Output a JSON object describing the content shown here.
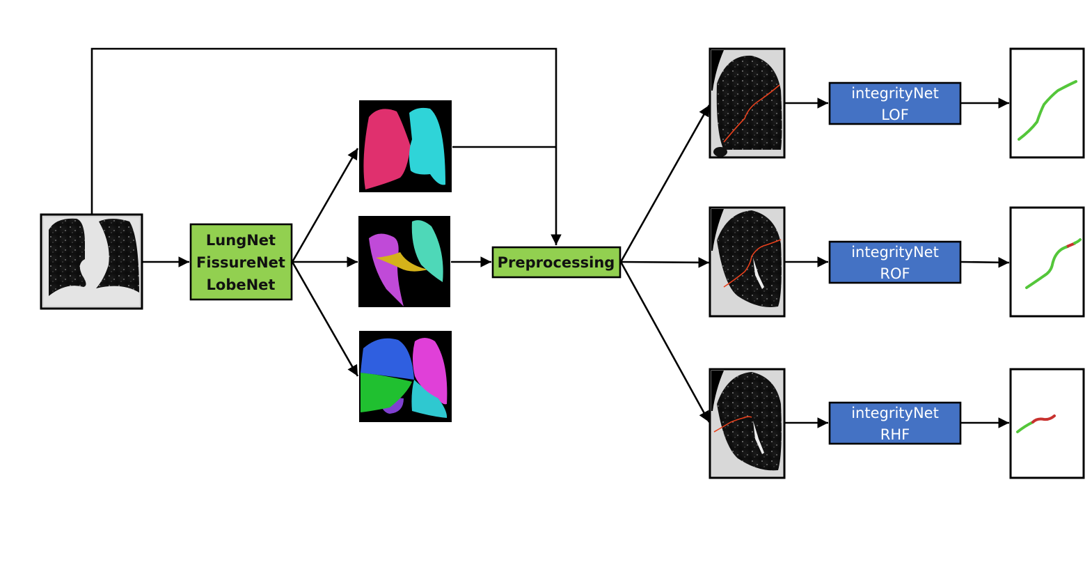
{
  "diagram": {
    "type": "pipeline-flowchart",
    "colors": {
      "network_box": "#92d050",
      "integrity_box": "#4472c4",
      "line": "#000000",
      "fissure_trace": "#e8401c",
      "intact_fissure": "#54c63a",
      "incomplete_fissure": "#c8322f"
    },
    "input": {
      "name": "ct-coronal-input",
      "description": "Coronal chest CT slice"
    },
    "segmentation_box": {
      "lines": [
        "LungNet",
        "FissureNet",
        "LobeNet"
      ]
    },
    "segmentation_outputs": [
      {
        "name": "lung-segmentation",
        "description": "3D lung masks (left/right)",
        "colors": [
          "#e0306e",
          "#2fd4d8"
        ]
      },
      {
        "name": "fissure-segmentation",
        "description": "3D fissure surfaces",
        "colors": [
          "#c04ad8",
          "#d4b21a",
          "#4ed8b8"
        ]
      },
      {
        "name": "lobe-segmentation",
        "description": "3D lobe masks",
        "colors": [
          "#2f5fe0",
          "#20c030",
          "#e040d8",
          "#2fc8d0",
          "#8040d0"
        ]
      }
    ],
    "preprocessing_box": {
      "label": "Preprocessing"
    },
    "branches": [
      {
        "id": "lof",
        "net_line1": "integrityNet",
        "net_line2": "LOF",
        "output_status": [
          "intact"
        ]
      },
      {
        "id": "rof",
        "net_line1": "integrityNet",
        "net_line2": "ROF",
        "output_status": [
          "intact",
          "incomplete",
          "intact"
        ]
      },
      {
        "id": "rhf",
        "net_line1": "integrityNet",
        "net_line2": "RHF",
        "output_status": [
          "intact",
          "incomplete"
        ]
      }
    ]
  }
}
